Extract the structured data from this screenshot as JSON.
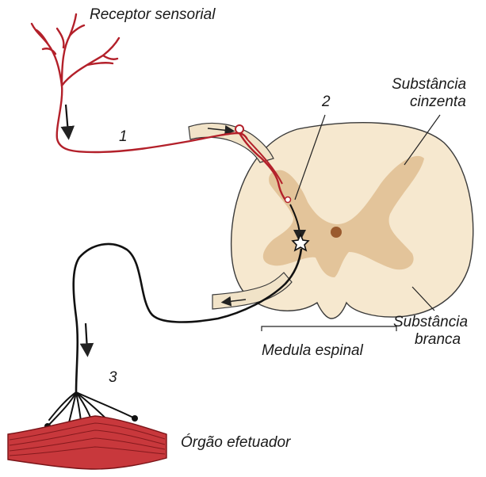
{
  "labels": {
    "sensory_receptor": "Receptor sensorial",
    "grey_matter_line1": "Substância",
    "grey_matter_line2": "cinzenta",
    "white_matter_line1": "Substância",
    "white_matter_line2": "branca",
    "spinal_cord": "Medula espinal",
    "effector_organ": "Órgão efetuador"
  },
  "numbers": {
    "sensory_neuron": "1",
    "interneuron": "2",
    "motor_neuron": "3"
  },
  "colors": {
    "sensory_neuron": "#b3202a",
    "motor_neuron": "#111111",
    "white_matter": "#f6e8cf",
    "grey_matter": "#e3c49a",
    "central_canal": "#9a5a2e",
    "root_sheath": "#f1e3c8",
    "muscle": "#c8383c",
    "muscle_stripe": "#7a1418",
    "outline": "#3a3a3a"
  },
  "icons": {
    "synapse": "star-icon",
    "direction": "arrow-down-icon"
  }
}
